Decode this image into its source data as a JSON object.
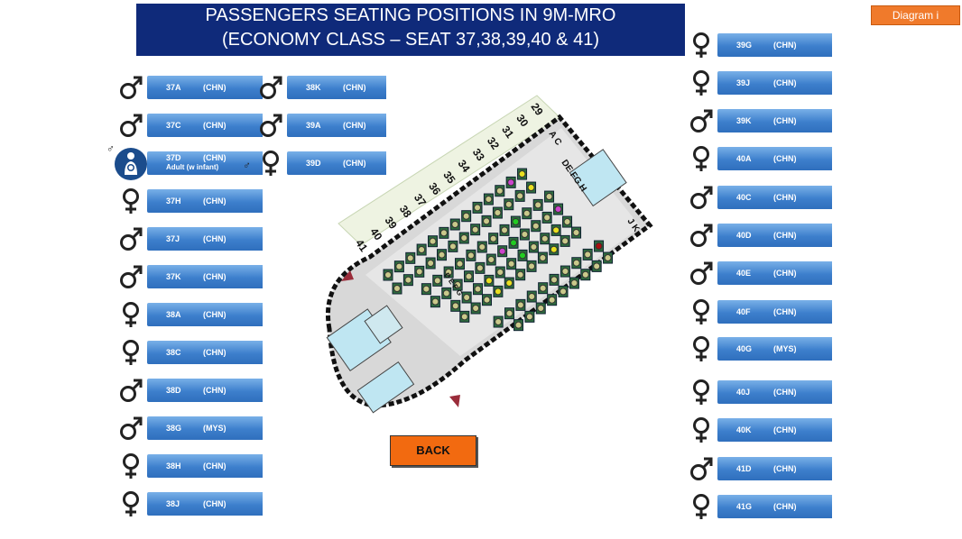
{
  "title_line1": "PASSENGERS SEATING POSITIONS IN 9M-MRO",
  "title_line2": "(ECONOMY CLASS – SEAT 37,38,39,40 & 41)",
  "diagram_tag": "Diagram i",
  "back_label": "BACK",
  "colors": {
    "title_bg": "#0f2a7a",
    "seat_label": "#3d7fcc",
    "accent": "#f07a2b",
    "male": "#222222",
    "female": "#222222"
  },
  "row_numbers": [
    "29",
    "30",
    "31",
    "32",
    "33",
    "34",
    "35",
    "36",
    "37",
    "38",
    "39",
    "40",
    "41"
  ],
  "cabin_letters": {
    "ac": "A C",
    "defgh": "DE FG H",
    "jk": "J K",
    "defg_mid": "D E F G"
  },
  "left_col": [
    {
      "seat": "37A",
      "nat": "(CHN)",
      "gender": "male"
    },
    {
      "seat": "37C",
      "nat": "(CHN)",
      "gender": "male"
    },
    {
      "seat": "37D",
      "nat": "(CHN)",
      "gender": "female",
      "note": "Adult (w infant)"
    },
    {
      "seat": "37H",
      "nat": "(CHN)",
      "gender": "female"
    },
    {
      "seat": "37J",
      "nat": "(CHN)",
      "gender": "male"
    },
    {
      "seat": "37K",
      "nat": "(CHN)",
      "gender": "male"
    },
    {
      "seat": "38A",
      "nat": "(CHN)",
      "gender": "female"
    },
    {
      "seat": "38C",
      "nat": "(CHN)",
      "gender": "female"
    },
    {
      "seat": "38D",
      "nat": "(CHN)",
      "gender": "male"
    },
    {
      "seat": "38G",
      "nat": "(MYS)",
      "gender": "male"
    },
    {
      "seat": "38H",
      "nat": "(CHN)",
      "gender": "female"
    },
    {
      "seat": "38J",
      "nat": "(CHN)",
      "gender": "female"
    }
  ],
  "mid_col": [
    {
      "seat": "38K",
      "nat": "(CHN)",
      "gender": "male"
    },
    {
      "seat": "39A",
      "nat": "(CHN)",
      "gender": "male"
    },
    {
      "seat": "39D",
      "nat": "(CHN)",
      "gender": "female"
    }
  ],
  "right_col": [
    {
      "seat": "39G",
      "nat": "(CHN)",
      "gender": "female"
    },
    {
      "seat": "39J",
      "nat": "(CHN)",
      "gender": "female"
    },
    {
      "seat": "39K",
      "nat": "(CHN)",
      "gender": "male"
    },
    {
      "seat": "40A",
      "nat": "(CHN)",
      "gender": "female"
    },
    {
      "seat": "40C",
      "nat": "(CHN)",
      "gender": "male"
    },
    {
      "seat": "40D",
      "nat": "(CHN)",
      "gender": "male"
    },
    {
      "seat": "40E",
      "nat": "(CHN)",
      "gender": "male"
    },
    {
      "seat": "40F",
      "nat": "(CHN)",
      "gender": "female"
    },
    {
      "seat": "40G",
      "nat": "(MYS)",
      "gender": "female"
    },
    {
      "seat": "40J",
      "nat": "(CHN)",
      "gender": "female"
    },
    {
      "seat": "40K",
      "nat": "(CHN)",
      "gender": "female"
    },
    {
      "seat": "41D",
      "nat": "(CHN)",
      "gender": "male"
    },
    {
      "seat": "41G",
      "nat": "(CHN)",
      "gender": "female"
    }
  ]
}
